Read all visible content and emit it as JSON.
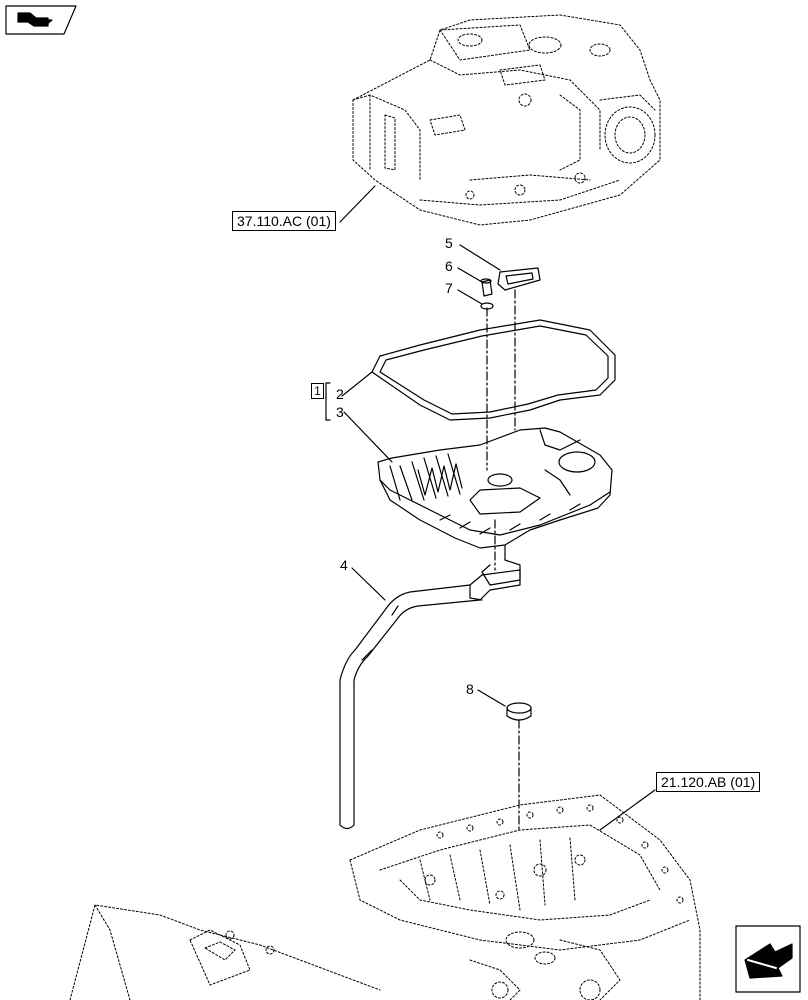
{
  "callouts": [
    "2",
    "3",
    "4",
    "5",
    "6",
    "7",
    "8"
  ],
  "kit_label": "1",
  "references": {
    "upper": "37.110.AC (01)",
    "lower": "21.120.AB (01)"
  },
  "icons": {
    "top_left": "book-page-icon",
    "bottom_right": "previous-page-arrow-icon"
  },
  "colors": {
    "line": "#000000",
    "background": "#ffffff"
  }
}
